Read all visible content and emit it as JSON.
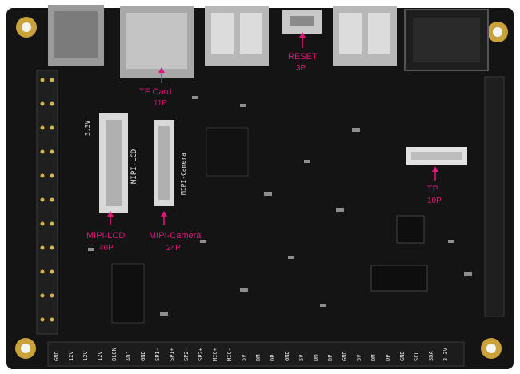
{
  "photo": {
    "annotation_color": "#e0177a",
    "annotations": [
      {
        "id": "tf",
        "name": "TF Card",
        "pins": "11P"
      },
      {
        "id": "reset",
        "name": "RESET",
        "pins": "3P"
      },
      {
        "id": "lcd",
        "name": "MIPI-LCD",
        "pins": "40P"
      },
      {
        "id": "camera",
        "name": "MIPI-Camera",
        "pins": "24P"
      },
      {
        "id": "tp",
        "name": "TP",
        "pins": "10P"
      }
    ],
    "silkscreen": {
      "lcd_connector": "MIPI-LCD",
      "camera_connector": "MIPI-Camera",
      "voltage": "3.3V",
      "bottom_header": [
        "GND",
        "12V",
        "12V",
        "12V",
        "BLON",
        "ADJ",
        "GND",
        "SP1-",
        "SP1+",
        "SP2-",
        "SP2+",
        "MIC+",
        "MIC-",
        "5V",
        "DM",
        "DP",
        "GND",
        "5V",
        "DM",
        "DP",
        "GND",
        "5V",
        "DM",
        "DP",
        "GND",
        "SCL",
        "SDA",
        "3.3V"
      ]
    }
  }
}
